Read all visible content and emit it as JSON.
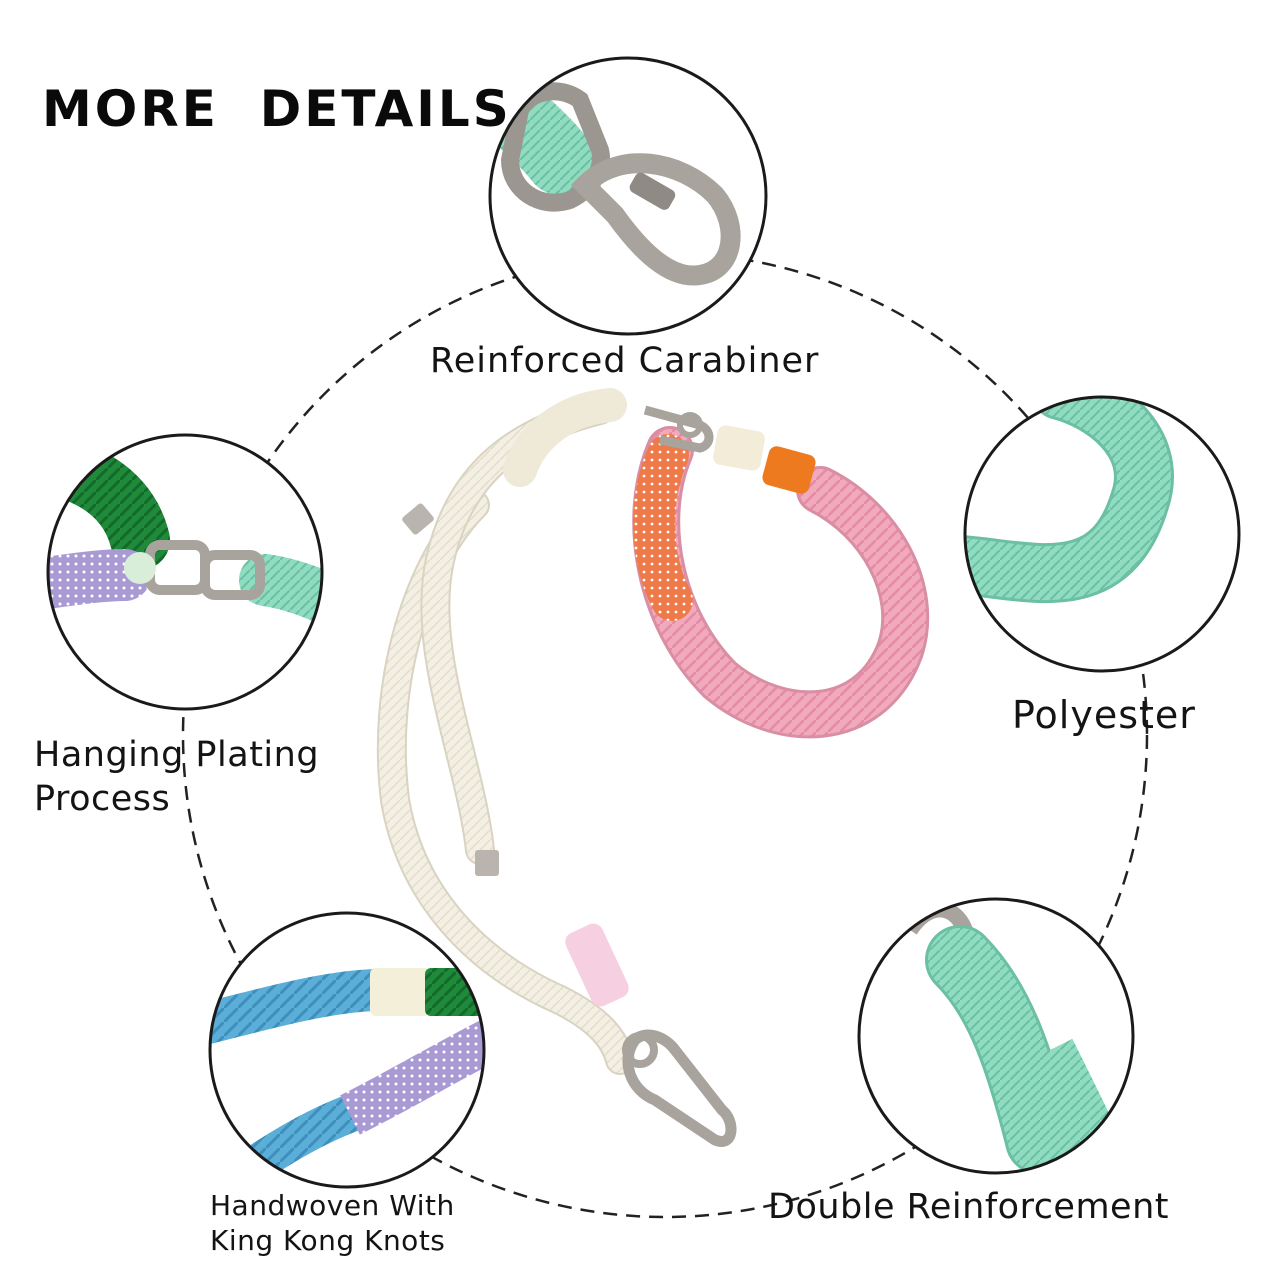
{
  "title": "MORE  DETAILS",
  "callouts": {
    "carabiner": "Reinforced Carabiner",
    "polyester": "Polyester",
    "hanging": [
      "Hanging Plating",
      "Process"
    ],
    "double": "Double Reinforcement",
    "handwoven": [
      "Handwoven With",
      "King Kong Knots"
    ]
  },
  "colors": {
    "ivory_rope": "#f3efe2",
    "mint_rope": "#8fdcc0",
    "pink_rope": "#f0a9bd",
    "orange_accent": "#ee7a1f",
    "green_rope": "#1f8a3a",
    "lavender_rope": "#a99ad4",
    "blue_rope": "#5aaed8",
    "metal": "#a8a39c"
  }
}
